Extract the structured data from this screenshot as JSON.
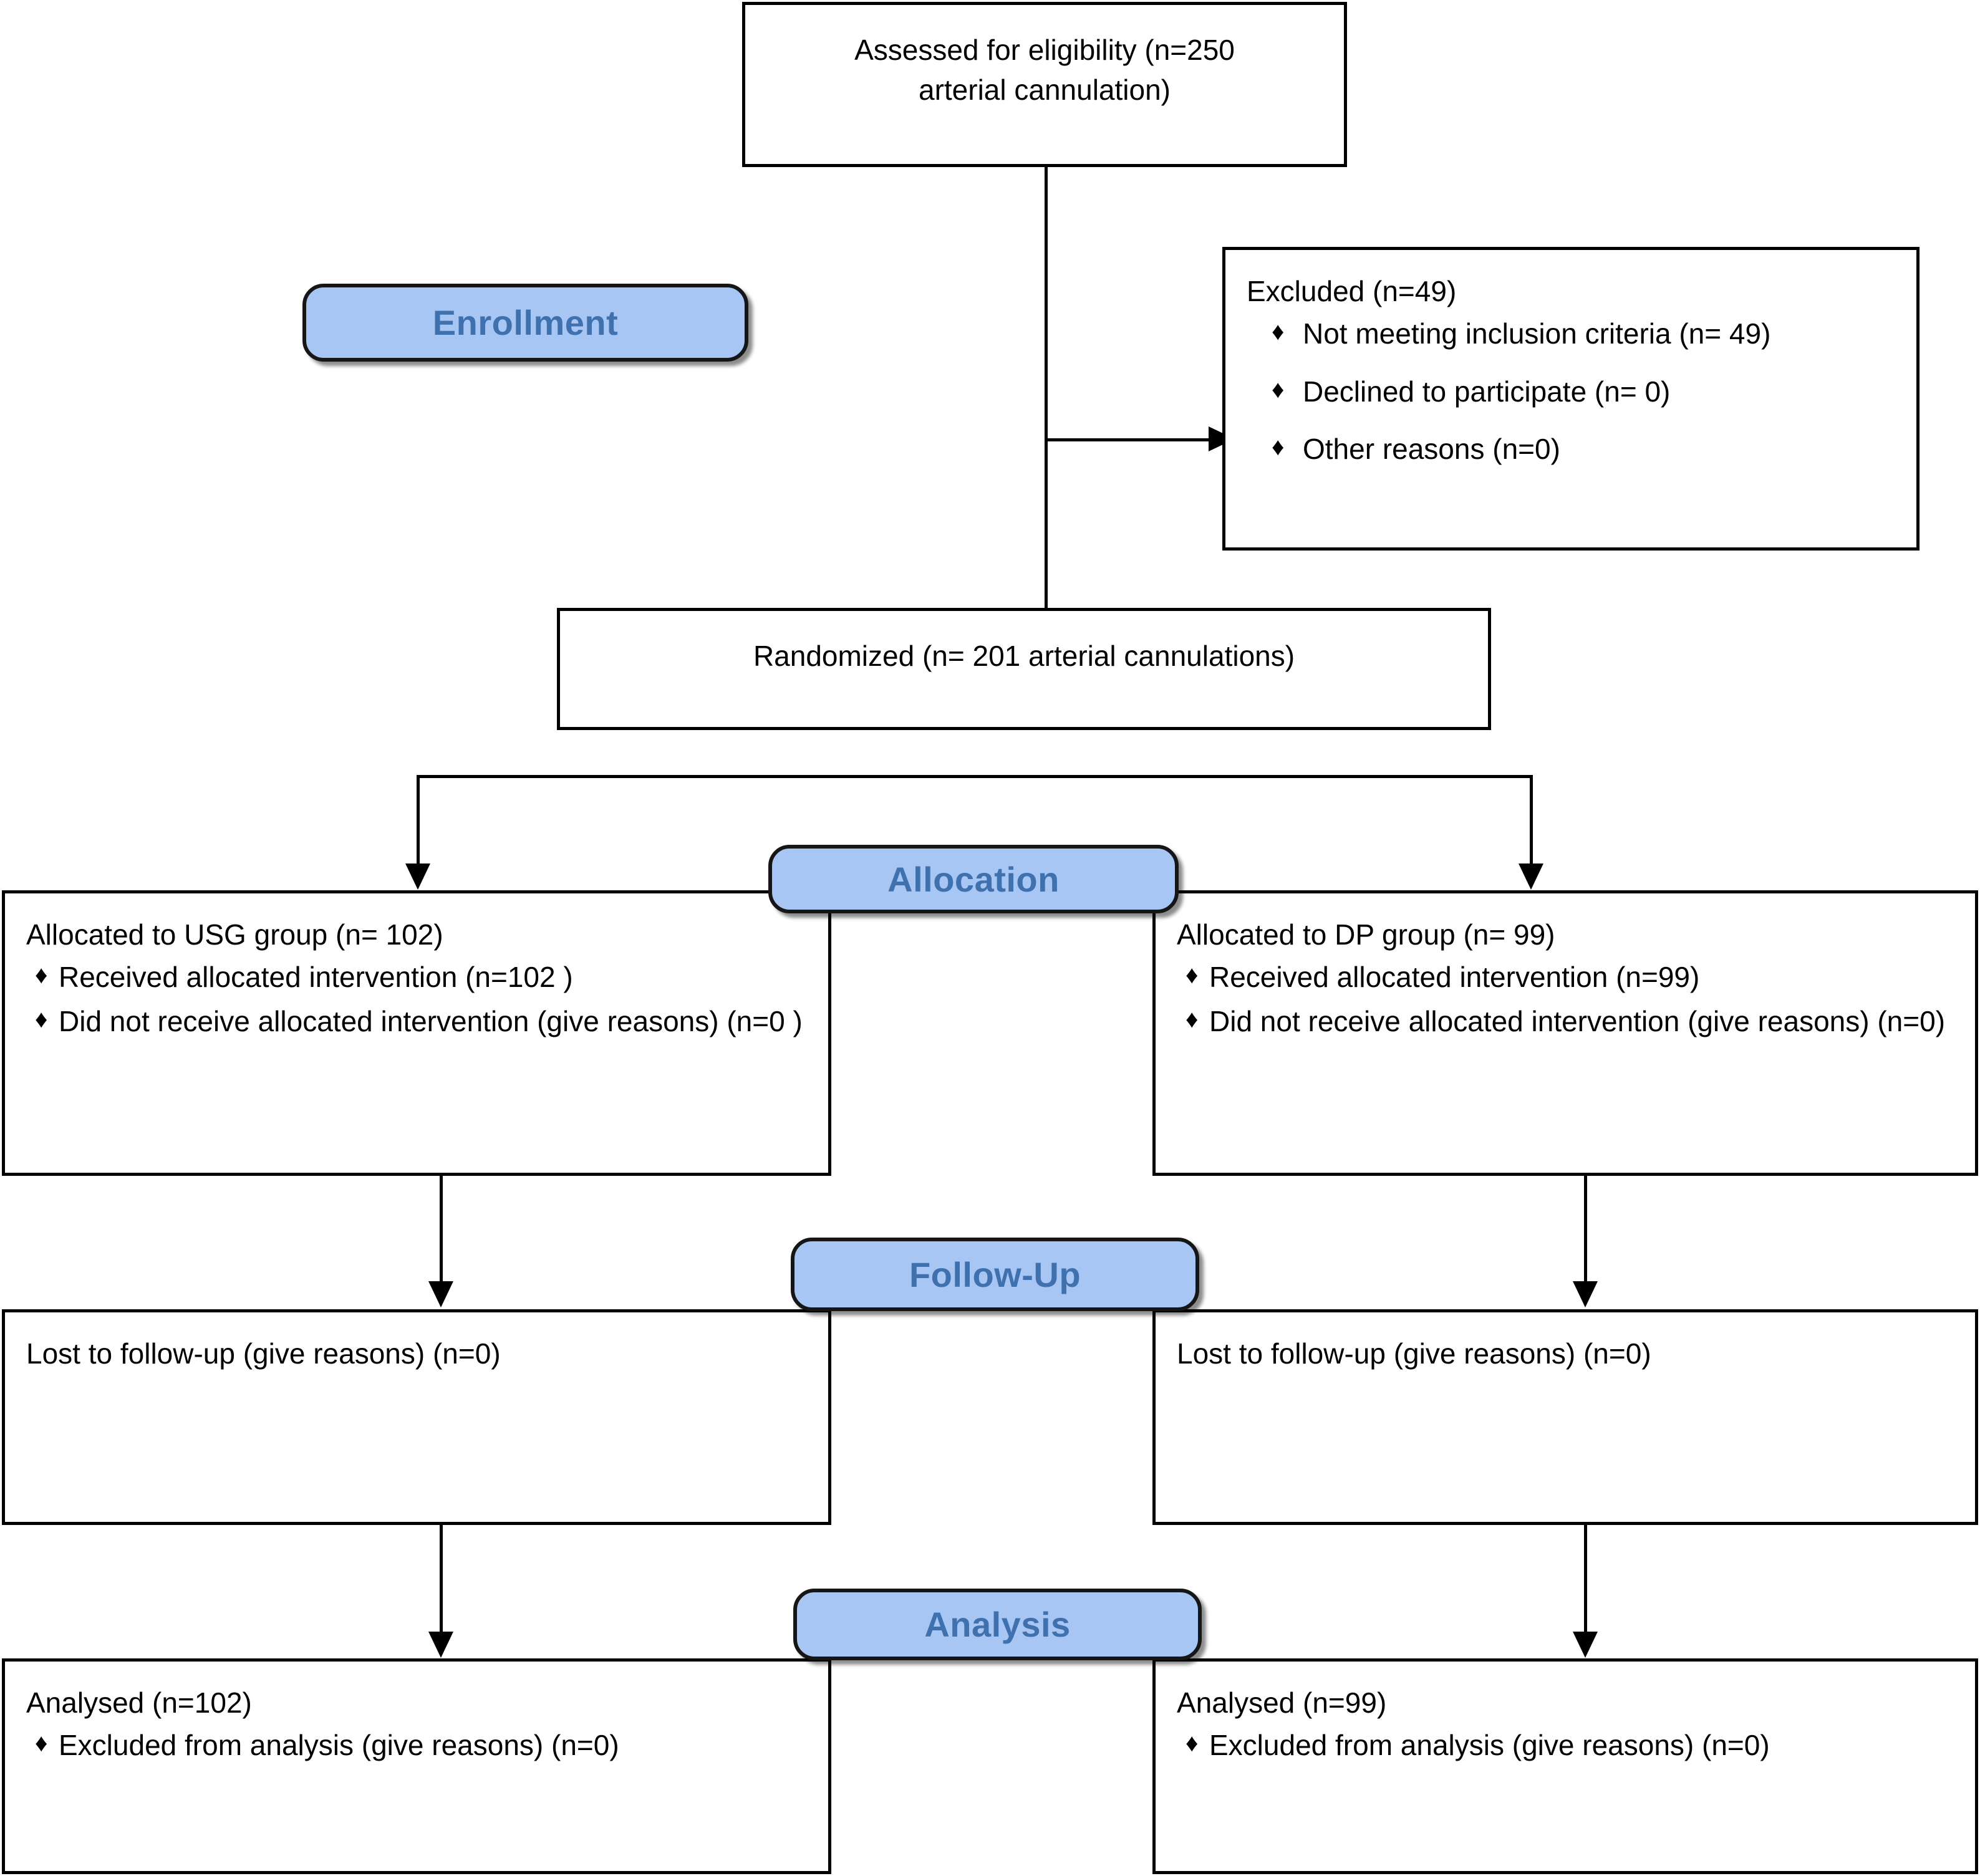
{
  "diagram": {
    "title": "CONSORT participant flow diagram",
    "accent_blue": "#a8c6f4",
    "accent_text": "#3f71ae",
    "line_color": "#000000"
  },
  "stages": {
    "enrollment": "Enrollment",
    "allocation": "Allocation",
    "followup": "Follow-Up",
    "analysis": "Analysis"
  },
  "nodes": {
    "assessed": {
      "line1": "Assessed for eligibility (n=250",
      "line2": "arterial cannulation)"
    },
    "excluded": {
      "heading": "Excluded (n=49)",
      "bullets": [
        "Not meeting inclusion criteria (n= 49)",
        "Declined to participate (n= 0)",
        "Other reasons (n=0)"
      ]
    },
    "randomized": {
      "text": "Randomized (n= 201 arterial cannulations)"
    },
    "allocated_left": {
      "heading": "Allocated to USG group (n= 102)",
      "bullets": [
        "Received allocated intervention (n=102   )",
        "Did not receive allocated intervention (give reasons) (n=0   )"
      ]
    },
    "allocated_right": {
      "heading": "Allocated to DP group (n= 99)",
      "bullets": [
        "Received allocated intervention (n=99)",
        "Did not receive allocated intervention (give reasons) (n=0)"
      ]
    },
    "followup_left": {
      "text": "Lost to follow-up (give reasons) (n=0)"
    },
    "followup_right": {
      "text": "Lost to follow-up (give reasons) (n=0)"
    },
    "analysed_left": {
      "heading": "Analysed (n=102)",
      "bullets": [
        "Excluded from analysis (give reasons) (n=0)"
      ]
    },
    "analysed_right": {
      "heading": "Analysed (n=99)",
      "bullets": [
        "Excluded from analysis (give reasons) (n=0)"
      ]
    }
  },
  "glyphs": {
    "diamond_bullet": "♦"
  },
  "chart_data": {
    "type": "flowchart",
    "title": "CONSORT flow of arterial cannulations through the trial",
    "stages": [
      "Enrollment",
      "Allocation",
      "Follow-Up",
      "Analysis"
    ],
    "nodes": [
      {
        "id": "assessed",
        "label": "Assessed for eligibility (n=250 arterial cannulation)",
        "n": 250
      },
      {
        "id": "excluded",
        "label": "Excluded (n=49)",
        "n": 49,
        "reasons": [
          {
            "label": "Not meeting inclusion criteria",
            "n": 49
          },
          {
            "label": "Declined to participate",
            "n": 0
          },
          {
            "label": "Other reasons",
            "n": 0
          }
        ]
      },
      {
        "id": "randomized",
        "label": "Randomized (n= 201 arterial cannulations)",
        "n": 201
      },
      {
        "id": "allocated_usg",
        "label": "Allocated to USG group (n= 102)",
        "n": 102,
        "details": [
          {
            "label": "Received allocated intervention",
            "n": 102
          },
          {
            "label": "Did not receive allocated intervention (give reasons)",
            "n": 0
          }
        ]
      },
      {
        "id": "allocated_dp",
        "label": "Allocated to DP group (n= 99)",
        "n": 99,
        "details": [
          {
            "label": "Received allocated intervention",
            "n": 99
          },
          {
            "label": "Did not receive allocated intervention (give reasons)",
            "n": 0
          }
        ]
      },
      {
        "id": "followup_usg",
        "label": "Lost to follow-up (give reasons) (n=0)",
        "n": 0
      },
      {
        "id": "followup_dp",
        "label": "Lost to follow-up (give reasons) (n=0)",
        "n": 0
      },
      {
        "id": "analysed_usg",
        "label": "Analysed (n=102)",
        "n": 102,
        "details": [
          {
            "label": "Excluded from analysis (give reasons)",
            "n": 0
          }
        ]
      },
      {
        "id": "analysed_dp",
        "label": "Analysed (n=99)",
        "n": 99,
        "details": [
          {
            "label": "Excluded from analysis (give reasons)",
            "n": 0
          }
        ]
      }
    ],
    "edges": [
      {
        "from": "assessed",
        "to": "excluded"
      },
      {
        "from": "assessed",
        "to": "randomized"
      },
      {
        "from": "randomized",
        "to": "allocated_usg"
      },
      {
        "from": "randomized",
        "to": "allocated_dp"
      },
      {
        "from": "allocated_usg",
        "to": "followup_usg"
      },
      {
        "from": "allocated_dp",
        "to": "followup_dp"
      },
      {
        "from": "followup_usg",
        "to": "analysed_usg"
      },
      {
        "from": "followup_dp",
        "to": "analysed_dp"
      }
    ]
  }
}
